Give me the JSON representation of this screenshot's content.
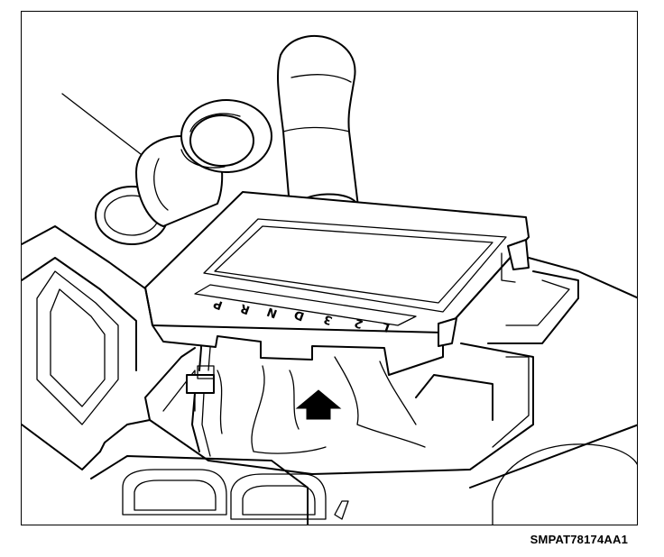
{
  "figure": {
    "code": "SMPAT78174AA1",
    "gear_positions": [
      "P",
      "R",
      "N",
      "D",
      "3",
      "2",
      "L"
    ]
  }
}
